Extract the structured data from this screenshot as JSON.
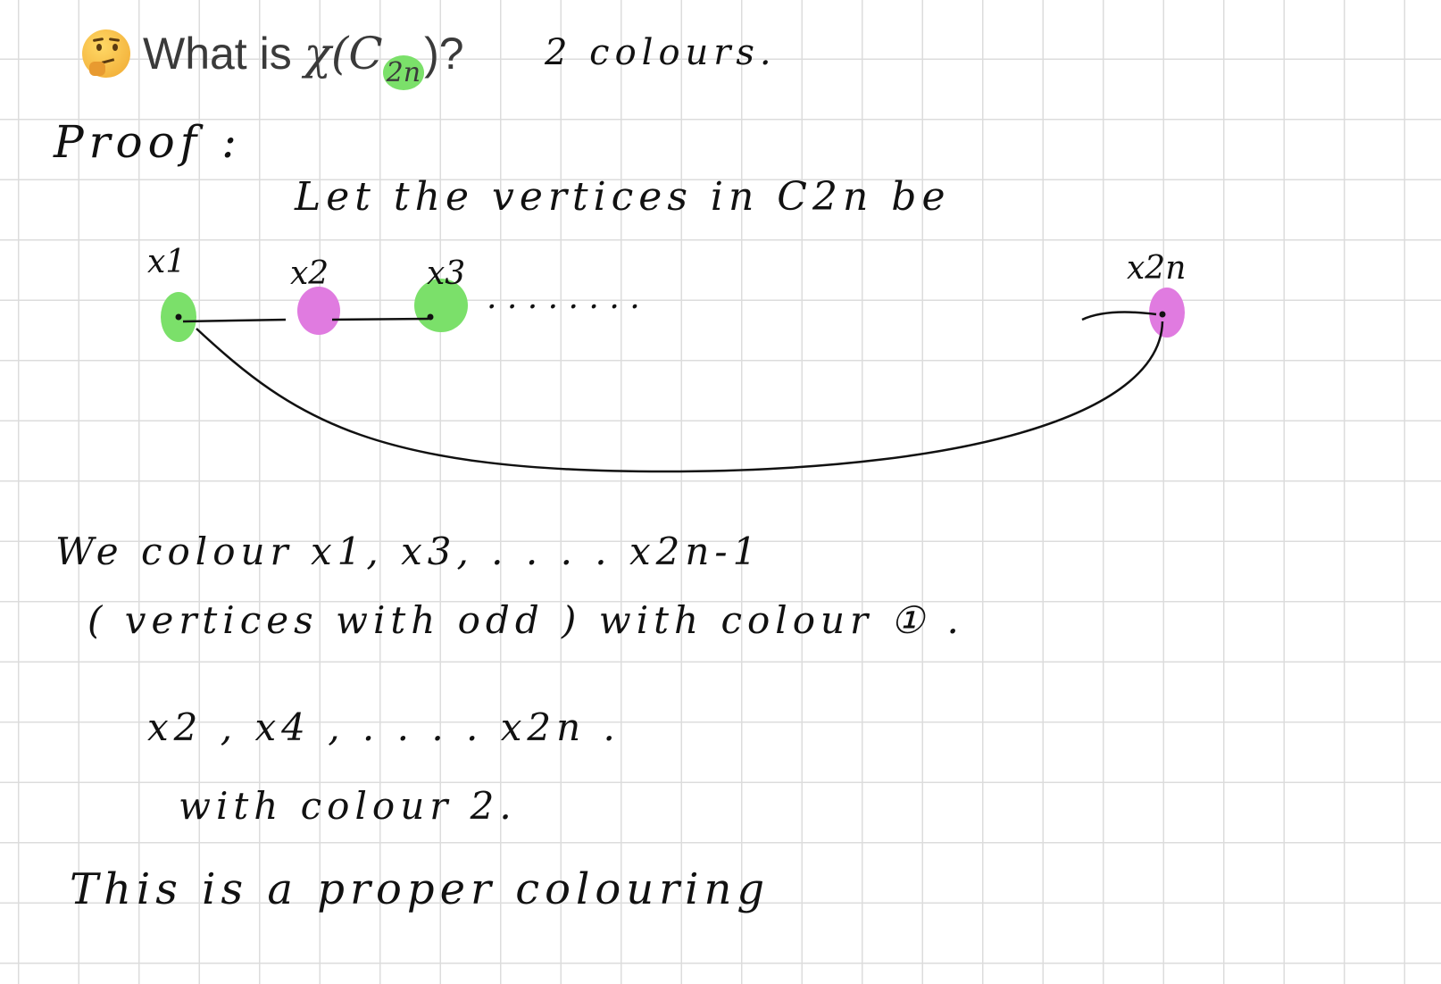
{
  "question": {
    "prefix": "What is ",
    "chi": "χ(C",
    "subscript": "2n",
    "suffix": ")?",
    "emoji": "thinking-face-icon"
  },
  "answer": "2 colours.",
  "proof_label": "Proof :",
  "lines": {
    "let": "Let the vertices in C2n be",
    "we_colour": "We colour x1, x3, . . . . x2n-1",
    "odd": "( vertices with odd ) with colour ① .",
    "even": "x2 , x4 , . . . . x2n .",
    "with2": "with colour 2.",
    "this": "This is a proper colouring"
  },
  "graph": {
    "vertices": [
      {
        "label": "x1",
        "colour": "#7be06a"
      },
      {
        "label": "x2",
        "colour": "#e07be0"
      },
      {
        "label": "x3",
        "colour": "#7be06a"
      },
      {
        "label": "x2n",
        "colour": "#e07be0"
      }
    ],
    "ellipsis": ". . . . . . . ."
  },
  "colors": {
    "green_highlight": "#7be06a",
    "pink_highlight": "#e07be0",
    "grid": "#dcdcdc",
    "ink": "#111111"
  }
}
